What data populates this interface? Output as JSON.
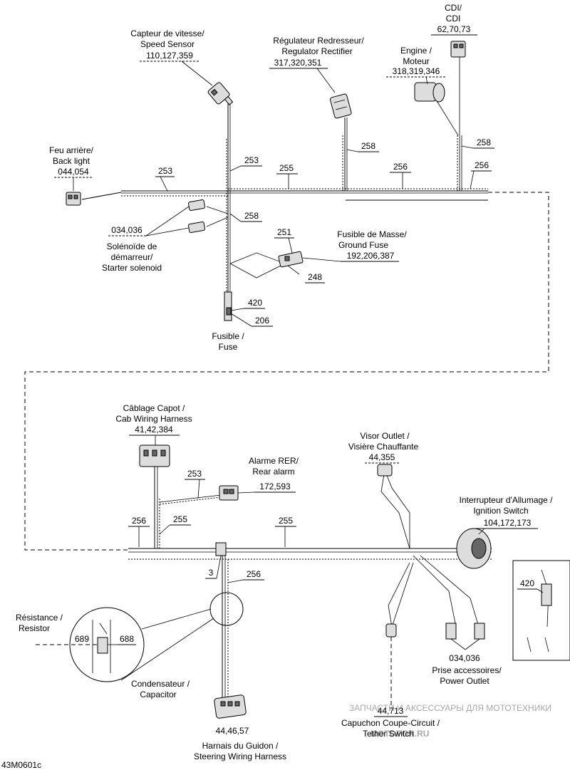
{
  "components": {
    "speed_sensor": {
      "line1": "Capteur de vitesse/",
      "line2": "Speed Sensor",
      "ref": "110,127,359"
    },
    "regulator": {
      "line1": "Régulateur Redresseur/",
      "line2": "Regulator Rectifier",
      "ref": "317,320,351"
    },
    "cdi": {
      "line1": "CDI/",
      "line2": "CDI",
      "ref": "62,70,73"
    },
    "engine": {
      "line1": "Engine /",
      "line2": "Moteur",
      "ref": "318,319,346"
    },
    "back_light": {
      "line1": "Feu arrière/",
      "line2": "Back light",
      "ref": "044,054"
    },
    "starter_solenoid": {
      "ref": "034,036",
      "line1": "Solénoïde de",
      "line2": "démarreur/",
      "line3": "Starter solenoid"
    },
    "ground_fuse": {
      "line1": "Fusible de Masse/",
      "line2": "Ground Fuse",
      "ref": "192,206,387"
    },
    "fuse": {
      "line1": "Fusible /",
      "line2": "Fuse"
    },
    "cab_harness": {
      "line1": "Câblage Capot /",
      "line2": "Cab Wiring Harness",
      "ref": "41,42,384"
    },
    "rear_alarm": {
      "line1": "Alarme RER/",
      "line2": "Rear alarm",
      "ref": "172,593"
    },
    "visor_outlet": {
      "line1": "Visor Outlet /",
      "line2": "Visière Chauffante",
      "ref": "44,355"
    },
    "ignition_switch": {
      "line1": "Interrupteur d'Allumage /",
      "line2": "Ignition Switch",
      "ref": "104,172,173"
    },
    "resistor": {
      "line1": "Résistance /",
      "line2": "Resistor"
    },
    "capacitor": {
      "line1": "Condensateur /",
      "line2": "Capacitor"
    },
    "power_outlet": {
      "ref": "034,036",
      "line1": "Prise accessoires/",
      "line2": "Power Outlet"
    },
    "tether_switch": {
      "ref": "44,713",
      "line1": "Capuchon Coupe-Circuit /",
      "line2": "Tether Switch"
    },
    "steering_harness": {
      "ref": "44,46,57",
      "line1": "Harnais du Guidon /",
      "line2": "Steering Wiring Harness"
    }
  },
  "callouts": {
    "c253a": "253",
    "c253b": "253",
    "c255a": "255",
    "c256a": "256",
    "c256b": "256",
    "c258a": "258",
    "c258b": "258",
    "c258c": "258",
    "c251": "251",
    "c248": "248",
    "c420a": "420",
    "c206": "206",
    "c253c": "253",
    "c256c": "256",
    "c255b": "255",
    "c255c": "255",
    "c3": "3",
    "c256d": "256",
    "c689": "689",
    "c688": "688",
    "c420b": "420"
  },
  "footer": {
    "figure_code": "43M0601c",
    "watermark_top": "ЗАПЧАСТИ И АКСЕССУАРЫ ДЛЯ МОТОТЕХНИКИ",
    "watermark_brand": "MOTOPOR.RU"
  }
}
